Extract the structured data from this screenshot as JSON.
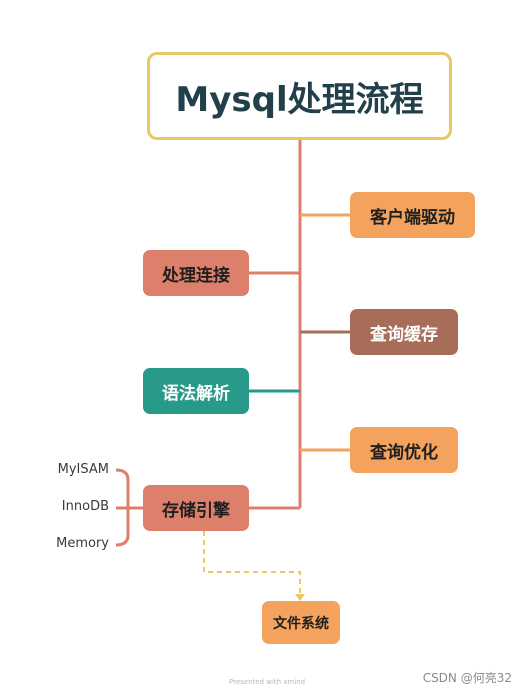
{
  "diagram": {
    "root": {
      "label": "Mysql处理流程"
    },
    "right_branches": [
      {
        "id": "client",
        "label": "客户端驱动",
        "color": "#f3a35d"
      },
      {
        "id": "cache",
        "label": "查询缓存",
        "color": "#a76d58"
      },
      {
        "id": "optimize",
        "label": "查询优化",
        "color": "#f3a35d"
      }
    ],
    "left_branches": [
      {
        "id": "connect",
        "label": "处理连接",
        "color": "#dc7f6b"
      },
      {
        "id": "parse",
        "label": "语法解析",
        "color": "#279a8a"
      },
      {
        "id": "storage",
        "label": "存储引擎",
        "color": "#dc7f6b",
        "children": [
          "MyISAM",
          "InnoDB",
          "Memory"
        ]
      }
    ],
    "dashed_child": {
      "label": "文件系统",
      "color": "#f3a35d"
    },
    "colors": {
      "trunk": "#dc7f6b",
      "root_border": "#e6c866",
      "dashed": "#e6c866"
    }
  },
  "footer": {
    "presented": "Presented with xmind"
  },
  "watermark": {
    "text": "CSDN @何亮32"
  }
}
